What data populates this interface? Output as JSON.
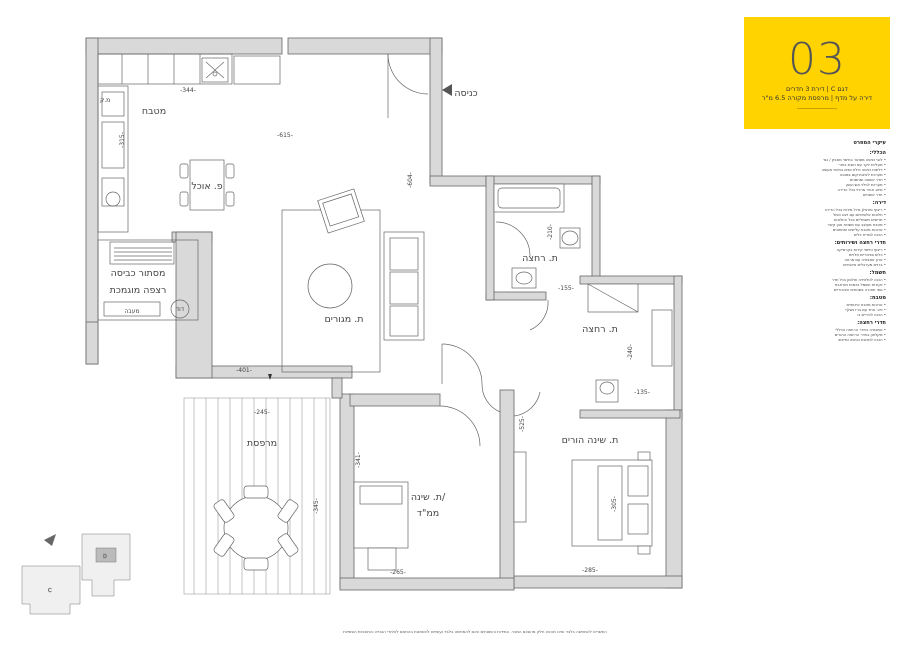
{
  "unit": {
    "number": "03",
    "subtitle_line1": "דגם C | דירת 3 חדרים",
    "subtitle_line2": "דירה על מדף | מרפסת מקורה 6.5 מ\"ר",
    "accent_color": "#FFD300"
  },
  "rooms": {
    "kitchen": "מטבח",
    "dining": "פ. אוכל",
    "living": "ת. מגורים",
    "entrance": "כניסה",
    "shower1": "ת. רחצה",
    "shower2": "ת. רחצה",
    "balcony": "מרפסת",
    "safe_room_line1": "ת. שינה/",
    "safe_room_line2": "ממ\"ד",
    "master": "ת. שינה הורים",
    "laundry_line1": "מסתור כביסה",
    "laundry_line2": "רצפה מוגמכת",
    "laundry_box": "מעבה",
    "boiler": "דוד",
    "fridge": "מ.ק"
  },
  "dimensions": {
    "kitchen_w": "-344-",
    "kitchen_h": "-315-",
    "living_w": "-615-",
    "living_h": "-604-",
    "corridor": "-401-",
    "balcony_w": "-245-",
    "balcony_h": "-345-",
    "safe_w": "-265-",
    "safe_h": "-341-",
    "master_h": "-525-",
    "master_w": "-285-",
    "bed_h": "-305-",
    "bath1_h": "-210-",
    "bath1_w": "-155-",
    "bath2_h": "-240-",
    "bath2_w": "-135-"
  },
  "specs": {
    "title": "עיקרי המפרט",
    "sections": [
      {
        "title": "הכללי:",
        "items": [
          "לובי כניסה מפואר בחיפוי מאבק / נגד",
          "מעליות יוקר עם חובת בוחר",
          "דלתות כניסה ודלת פנים בחיפוי מעוצב",
          "מערכת לאינטרקום במבנה",
          "חדר אשפה ומחסנים",
          "מערכת לגילוי אש ועשן",
          "מיזוג אוויר מרכזי בכל הדירה",
          "חדר אופניים"
        ]
      },
      {
        "title": "דירה:",
        "items": [
          "ריצוף פורצלן גדול מידות בכל הדירה",
          "חלונות אלומיניום עם זיגוג כפול",
          "תריסים חשמליים בכל החלונות",
          "מטבח מעוצב עם משטח אבן קיסר",
          "ארונות מטבח עליונים ותחתונים",
          "הכנה למדיח כלים"
        ]
      },
      {
        "title": "חדרי רחצה ושירותים:",
        "items": [
          "ריצוף וחיפוי קירות בקרמיקה",
          "כלים סניטריים תלויים",
          "ארון אמבטיה עם מראה",
          "ברזים מערבלים איכותיים"
        ]
      },
      {
        "title": "חשמל:",
        "items": [
          "הכנה לטלוויזיה וטלפון בכל חדר",
          "נקודות חשמל בכמות מורחבת",
          "גופי תאורה בשטחים הציבוריים"
        ]
      },
      {
        "title": "מטבח:",
        "items": [
          "ארונות מטבח איכותיים",
          "כיור אחד עם ברז נשלף",
          "הכנה לכיריים גז"
        ]
      },
      {
        "title": "חדרי רחצה:",
        "items": [
          "אמבטיה בחדר הרחצה הכללי",
          "מקלחון בחדר הרחצה ההורים",
          "הכנה למכונת כביסה ומייבש"
        ]
      }
    ]
  },
  "footer_note": "התשריט להמחשה בלבד ואינו מהווה חלק מהסכם המכר. המידות והשטחים הינם להמחשה בלבד ועשויים להשתנות בהתאם להיתרי הבנייה והתוכניות הסופיות"
}
